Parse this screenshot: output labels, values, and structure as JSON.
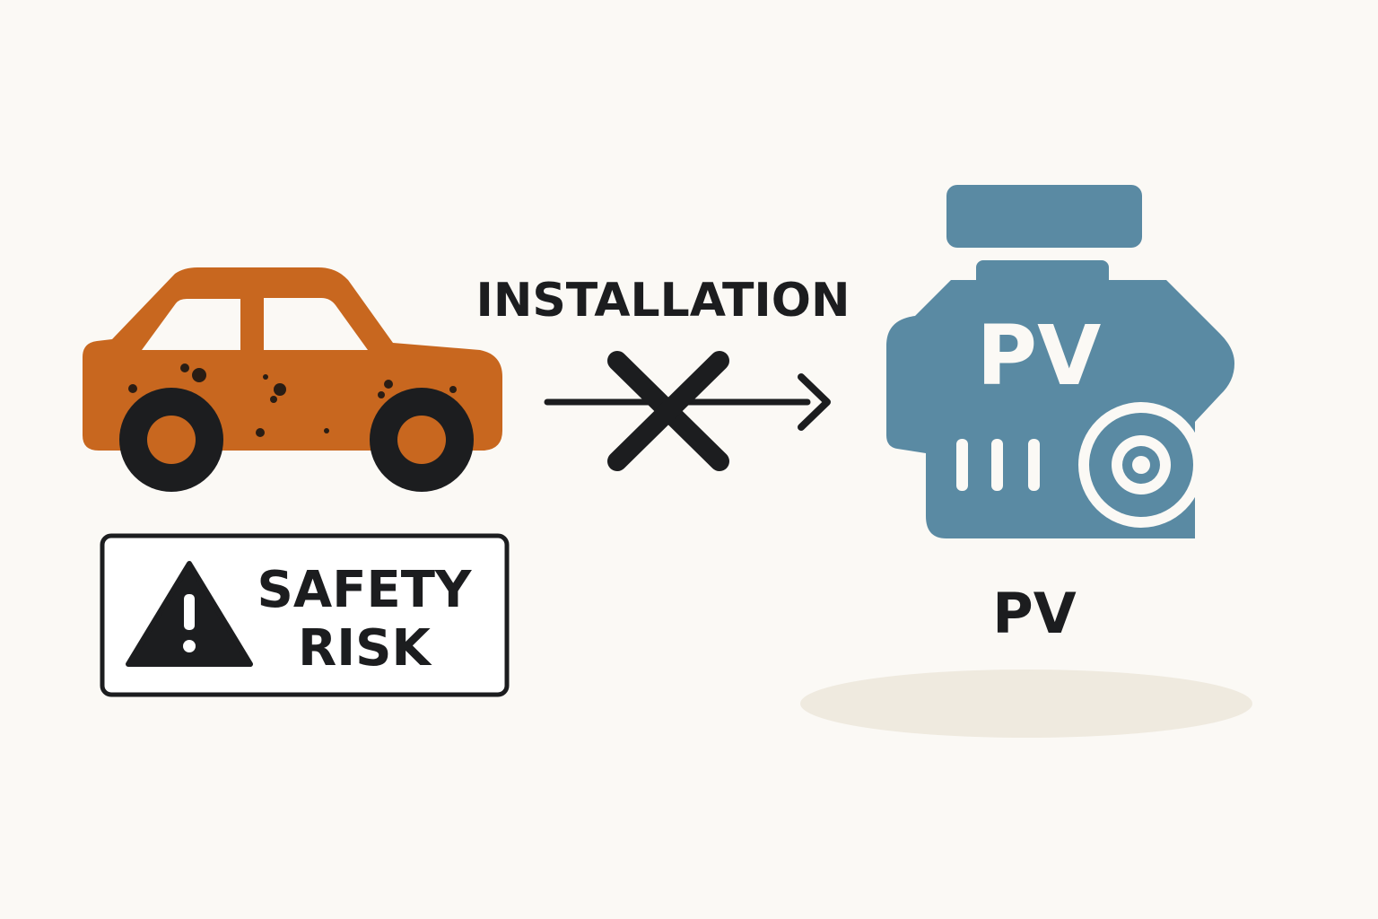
{
  "diagram": {
    "arrow_label": "INSTALLATION",
    "warning": {
      "line1": "SAFETY",
      "line2": "RISK",
      "icon": "warning-triangle-icon"
    },
    "device": {
      "body_text": "PV",
      "caption": "PV",
      "icon": "engine-icon"
    },
    "vehicle": {
      "icon": "rusty-car-icon"
    },
    "blocked": {
      "icon": "cross-icon"
    },
    "colors": {
      "car": "#c8671f",
      "device": "#5a8aa3",
      "ink": "#1c1d1f",
      "background": "#fbf9f5",
      "shadow": "#efeadf"
    }
  }
}
